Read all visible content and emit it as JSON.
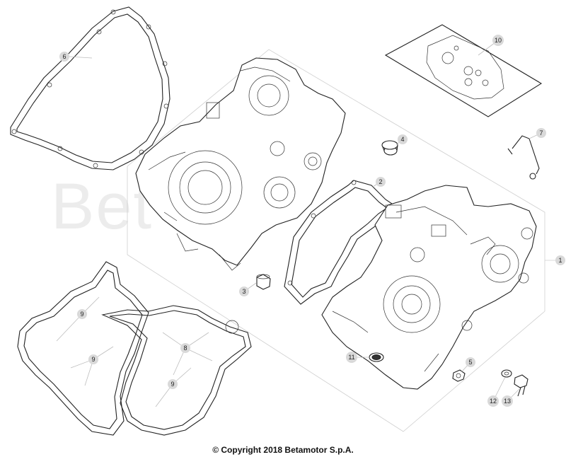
{
  "watermark": "Bet",
  "copyright": "© Copyright 2018 Betamotor S.p.A.",
  "callouts": {
    "c1": "1",
    "c2": "2",
    "c3": "3",
    "c4": "4",
    "c5": "5",
    "c6": "6",
    "c7": "7",
    "c8": "8",
    "c9a": "9",
    "c9b": "9",
    "c9c": "9",
    "c10": "10",
    "c11": "11",
    "c12": "12",
    "c13": "13"
  },
  "colors": {
    "callout_fill": "#d9d9d9",
    "line": "#222222",
    "leader": "#bdbdbd"
  }
}
